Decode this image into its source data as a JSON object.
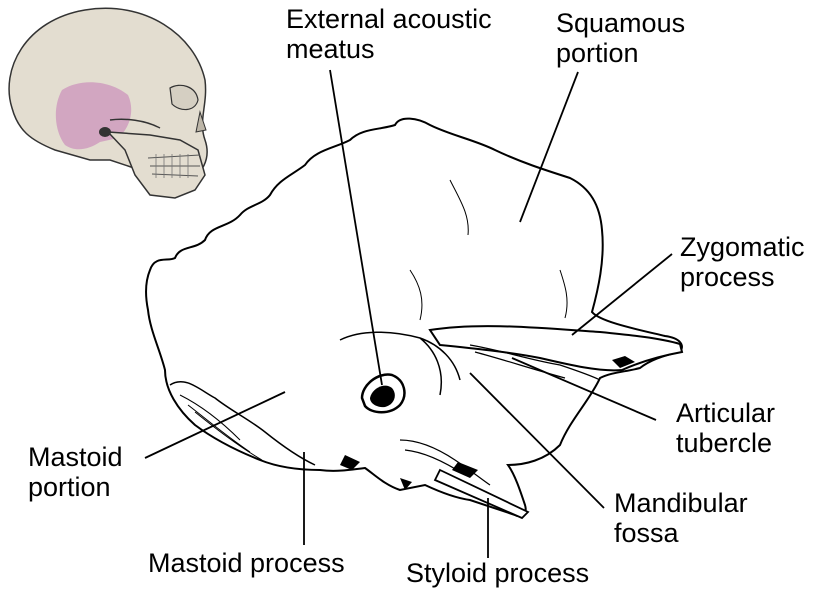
{
  "labels": {
    "external_acoustic_meatus": [
      "External acoustic",
      "meatus"
    ],
    "squamous_portion": [
      "Squamous",
      "portion"
    ],
    "zygomatic_process": [
      "Zygomatic",
      "process"
    ],
    "articular_tubercle": [
      "Articular",
      "tubercle"
    ],
    "mandibular_fossa": [
      "Mandibular",
      "fossa"
    ],
    "mastoid_portion": [
      "Mastoid",
      "portion"
    ],
    "mastoid_process": "Mastoid process",
    "styloid_process": "Styloid process"
  },
  "colors": {
    "bone": "#ffffff",
    "outline": "#000000",
    "skull": "#e3ddd0",
    "temporal_highlight": "#cfa0bf"
  },
  "icons": {
    "inset": "skull-icon"
  }
}
